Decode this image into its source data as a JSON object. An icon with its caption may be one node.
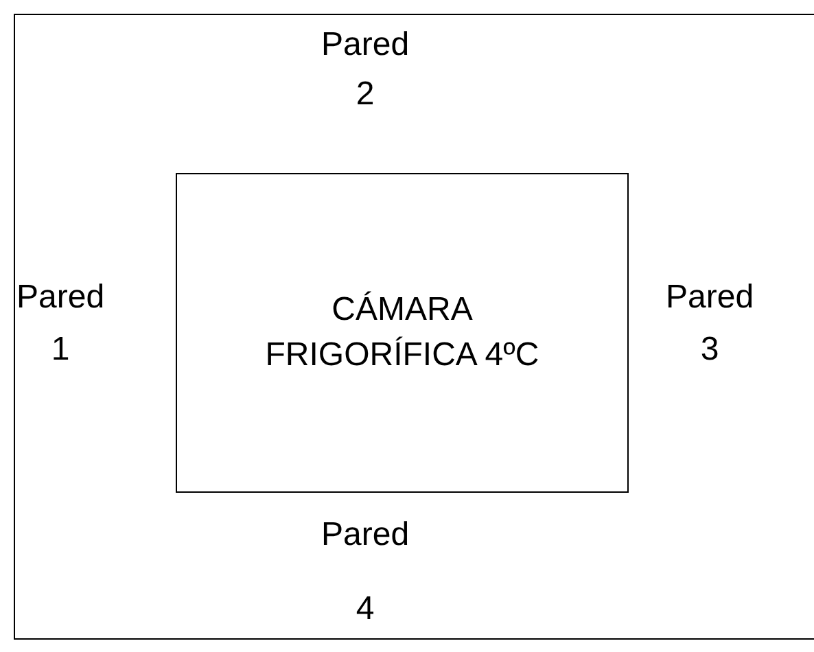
{
  "diagram": {
    "nodes": [
      {
        "text": [],
        "shape": "box"
      },
      {
        "text": [
          "CÁMARA FRIGORÍFICA 4ºC"
        ],
        "in": 0
      }
    ],
    "labels": [
      "Pared 2",
      "Pared 1",
      "Pared 3",
      "Pared 4"
    ]
  }
}
